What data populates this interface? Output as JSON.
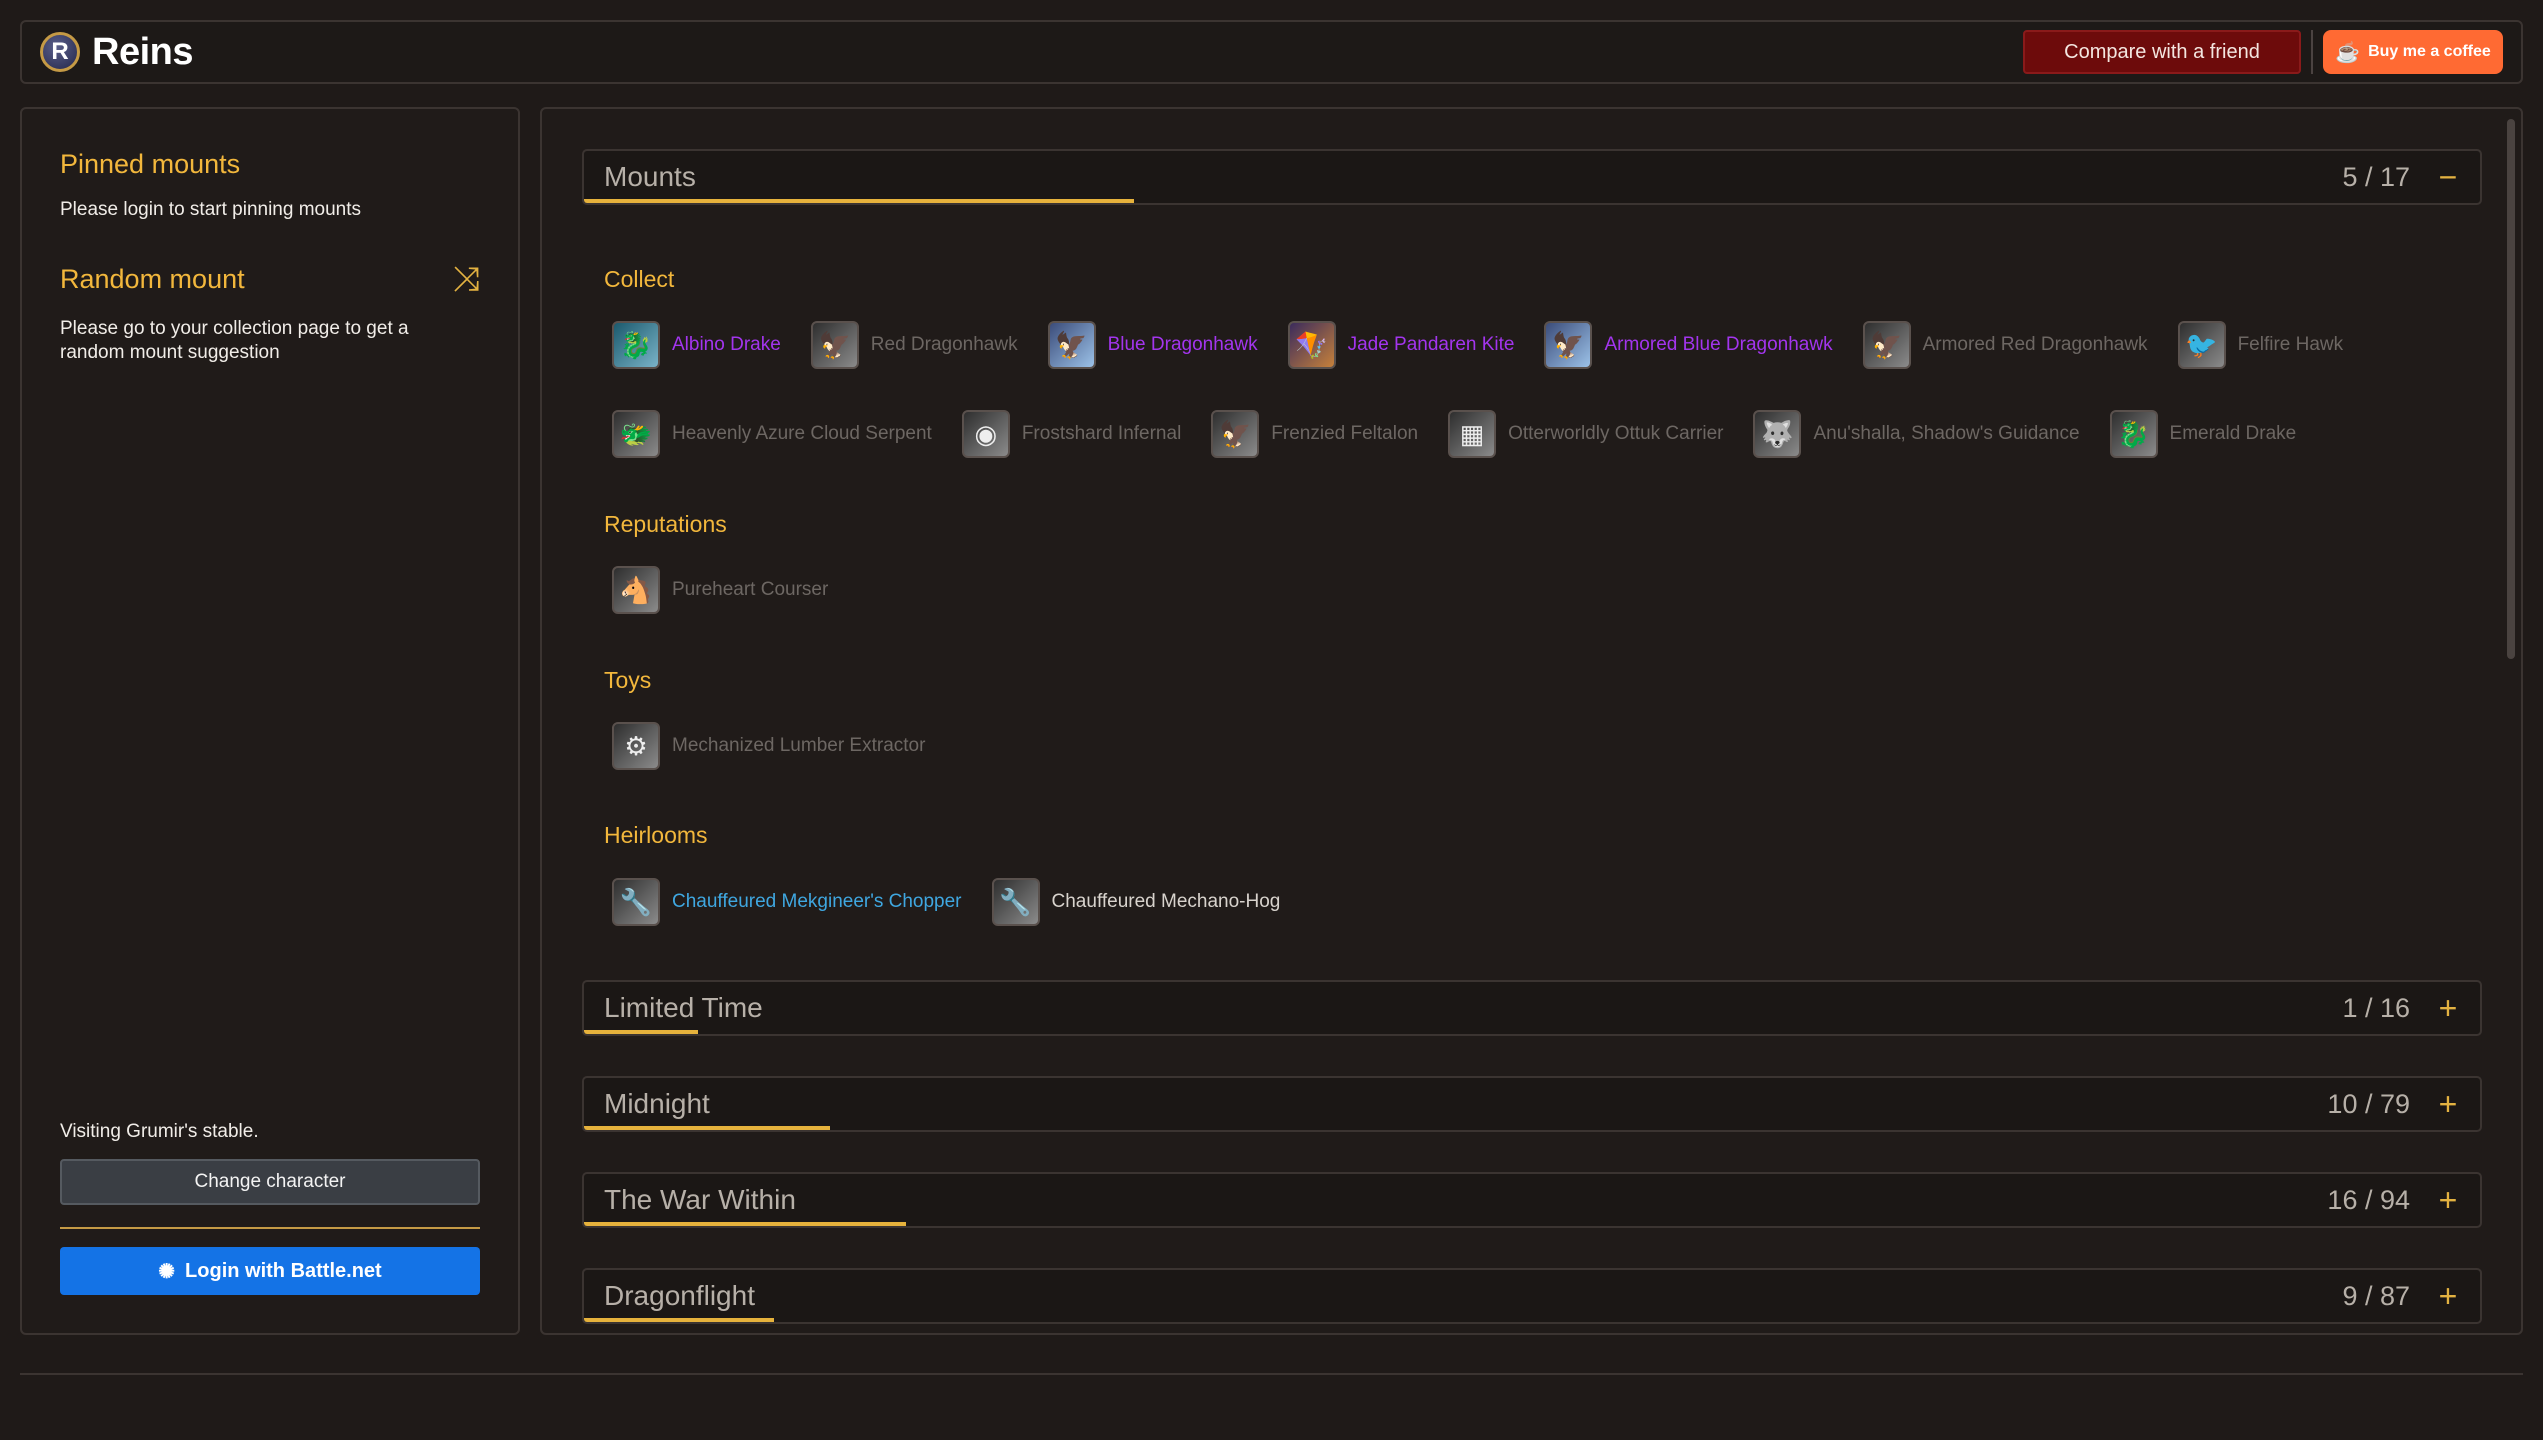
{
  "header": {
    "logo_letter": "R",
    "title": "Reins",
    "compare_label": "Compare with a friend",
    "coffee_label": "Buy me a coffee"
  },
  "sidebar": {
    "pinned_title": "Pinned mounts",
    "pinned_text": "Please login to start pinning mounts",
    "random_title": "Random mount",
    "random_text": "Please go to your collection page to get a random mount suggestion",
    "visiting_text": "Visiting Grumir's stable.",
    "change_label": "Change character",
    "login_label": "Login with Battle.net"
  },
  "categories": [
    {
      "name": "Mounts",
      "count": "5 / 17",
      "toggle": "−",
      "progress": 0.29
    },
    {
      "name": "Limited Time",
      "count": "1 / 16",
      "toggle": "+",
      "progress": 0.06
    },
    {
      "name": "Midnight",
      "count": "10 / 79",
      "toggle": "+",
      "progress": 0.13
    },
    {
      "name": "The War Within",
      "count": "16 / 94",
      "toggle": "+",
      "progress": 0.17
    },
    {
      "name": "Dragonflight",
      "count": "9 / 87",
      "toggle": "+",
      "progress": 0.1
    }
  ],
  "sections": {
    "collect": "Collect",
    "reputations": "Reputations",
    "toys": "Toys",
    "heirlooms": "Heirlooms"
  },
  "mounts": {
    "collect_row1": [
      {
        "name": "Albino Drake",
        "owned": true
      },
      {
        "name": "Red Dragonhawk",
        "owned": false
      },
      {
        "name": "Blue Dragonhawk",
        "owned": true
      },
      {
        "name": "Jade Pandaren Kite",
        "owned": true
      },
      {
        "name": "Armored Blue Dragonhawk",
        "owned": true
      },
      {
        "name": "Armored Red Dragonhawk",
        "owned": false
      },
      {
        "name": "Felfire Hawk",
        "owned": false
      }
    ],
    "collect_row2": [
      {
        "name": "Heavenly Azure Cloud Serpent",
        "owned": false
      },
      {
        "name": "Frostshard Infernal",
        "owned": false
      },
      {
        "name": "Frenzied Feltalon",
        "owned": false
      },
      {
        "name": "Otterworldly Ottuk Carrier",
        "owned": false
      },
      {
        "name": "Anu'shalla, Shadow's Guidance",
        "owned": false
      },
      {
        "name": "Emerald Drake",
        "owned": false
      }
    ],
    "reputations": [
      {
        "name": "Pureheart Courser",
        "owned": false
      }
    ],
    "toys": [
      {
        "name": "Mechanized Lumber Extractor",
        "owned": false
      }
    ],
    "heirlooms": [
      {
        "name": "Chauffeured Mekgineer's Chopper",
        "owned": true
      },
      {
        "name": "Chauffeured Mechano-Hog",
        "owned": false
      }
    ]
  },
  "colors": {
    "accent_gold": "#f2b73c",
    "epic_purple": "#a335ee",
    "heirloom_blue": "#3fa7e0",
    "unowned_gray": "#6d6763",
    "compare_red": "#6d0b0b",
    "coffee_orange": "#ff6a33",
    "battlenet_blue": "#1473e6"
  },
  "icons": {
    "shuffle": "shuffle-icon",
    "coffee": "coffee-cup-icon",
    "battlenet": "battlenet-icon"
  }
}
